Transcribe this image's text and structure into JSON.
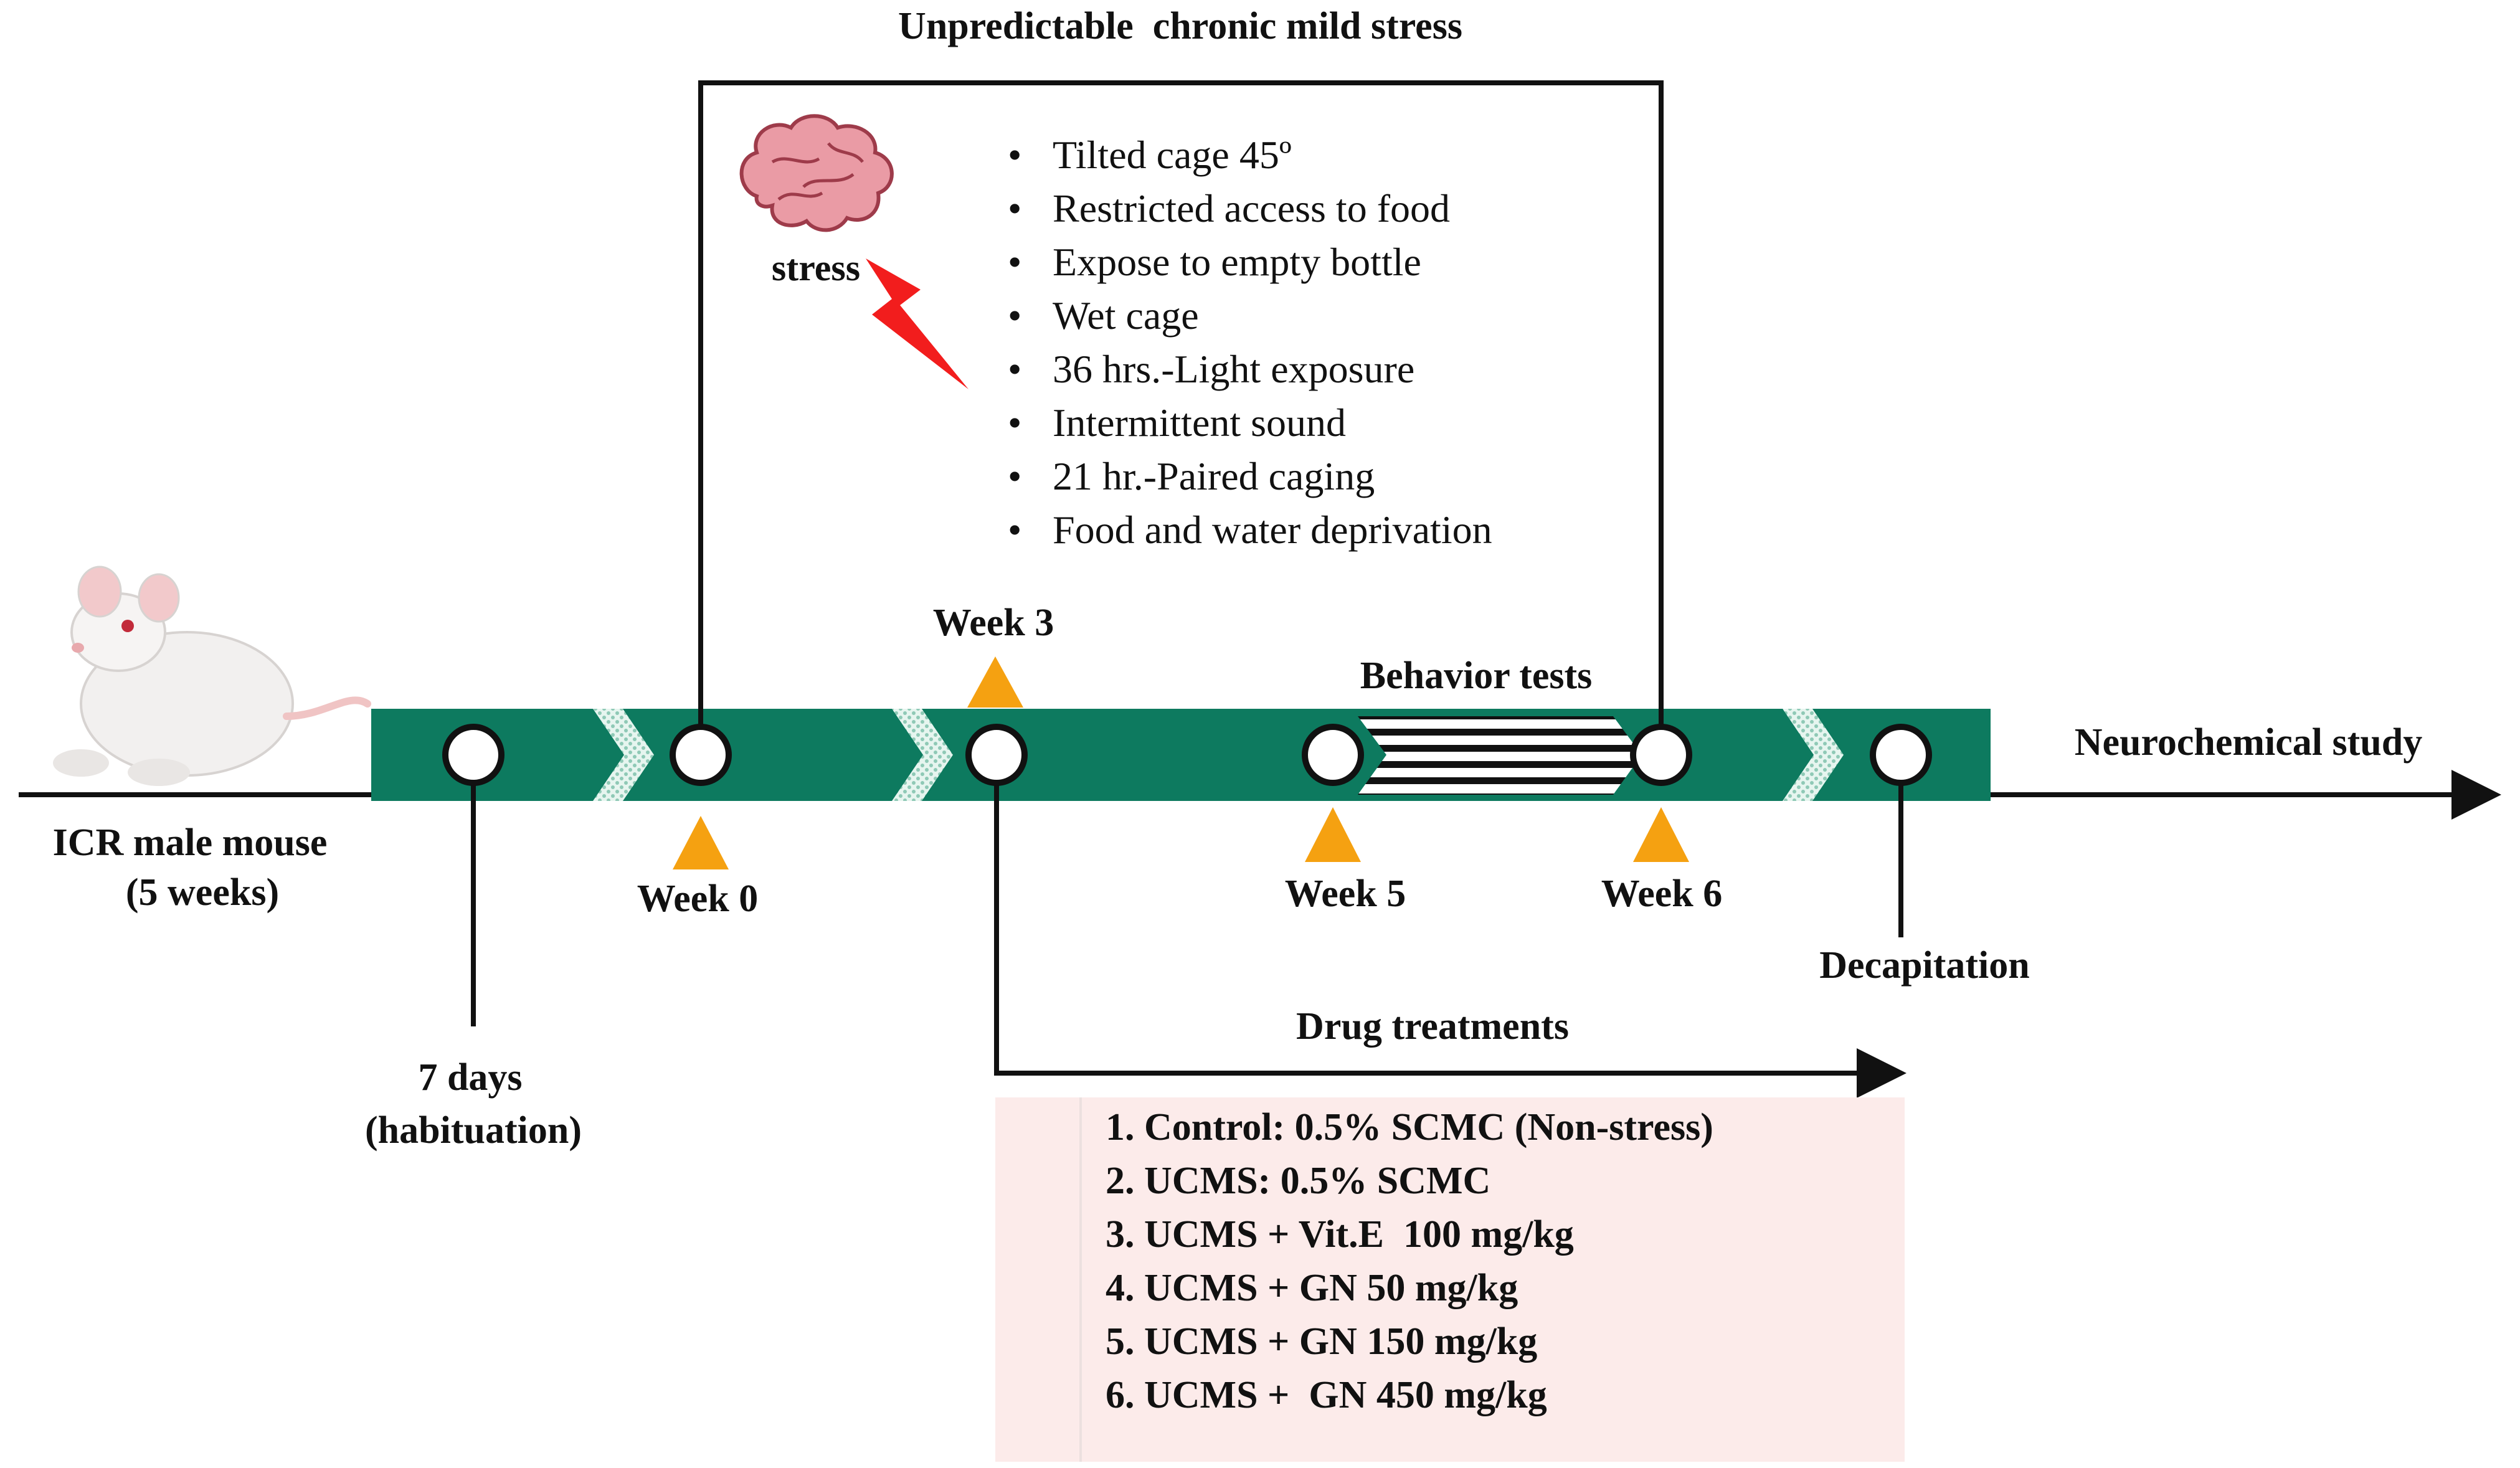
{
  "title": "Unpredictable  chronic mild stress",
  "stress_label": "stress",
  "stressors": [
    "Tilted cage 45º",
    "Restricted access to food",
    "Expose to empty bottle",
    "Wet cage",
    "36 hrs.-Light exposure",
    "Intermittent sound",
    "21 hr.-Paired caging",
    "Food and water deprivation"
  ],
  "bullet": "•",
  "subject": {
    "line1": "ICR male mouse",
    "line2": "(5 weeks)"
  },
  "habituation": {
    "line1": "7 days",
    "line2": "(habituation)"
  },
  "weeks": {
    "w0": "Week 0",
    "w3": "Week 3",
    "w5": "Week 5",
    "w6": "Week 6"
  },
  "behavior_tests": "Behavior tests",
  "neurochemical": "Neurochemical study",
  "decapitation": "Decapitation",
  "drug_treatments": "Drug treatments",
  "groups": [
    "1. Control: 0.5% SCMC (Non-stress)",
    "2. UCMS: 0.5% SCMC",
    "3. UCMS + Vit.E  100 mg/kg",
    "4. UCMS + GN 50 mg/kg",
    "5. UCMS + GN 150 mg/kg",
    "6. UCMS +  GN 450 mg/kg"
  ],
  "colors": {
    "timeline_green": "#0d7a5f",
    "marker_orange": "#f5a111",
    "box_pink": "#fcebea",
    "bolt_red": "#f21d1d",
    "brain_pink": "#ea9ba5"
  }
}
